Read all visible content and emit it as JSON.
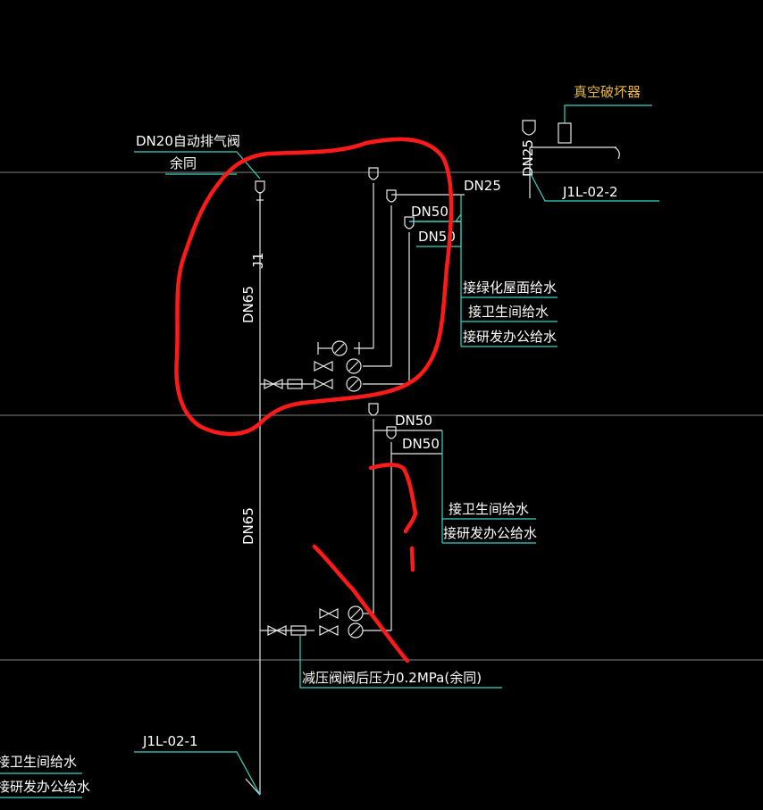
{
  "labels": {
    "auto_vent": "DN20自动排气阀",
    "same_as": "余同",
    "vacuum_breaker": "真空破坏器",
    "dn25_a": "DN25",
    "dn25_b": "DN25",
    "jl_02_2": "J1L-02-2",
    "dn50_a": "DN50",
    "dn50_b": "DN50",
    "dn65_upper": "DN65",
    "roof_supply": "接绿化屋面给水",
    "wc_supply_1": "接卫生间给水",
    "office_supply_1": "接研发办公给水",
    "dn50_c": "DN50",
    "dn50_d": "DN50",
    "dn65_lower": "DN65",
    "wc_supply_2": "接卫生间给水",
    "office_supply_2": "接研发办公给水",
    "prv_note": "减压阀阀后压力0.2MPa(余同)",
    "jl_02_1": "J1L-02-1",
    "wc_supply_3": "接卫生间给水",
    "office_supply_3": "接研发办公给水",
    "j1_tag": "J1"
  },
  "colors": {
    "background": "#000000",
    "pipe": "#e6e6e6",
    "leader": "#36d6c4",
    "markup": "#ff1a1a",
    "vacuum_label": "#e8b84a"
  }
}
